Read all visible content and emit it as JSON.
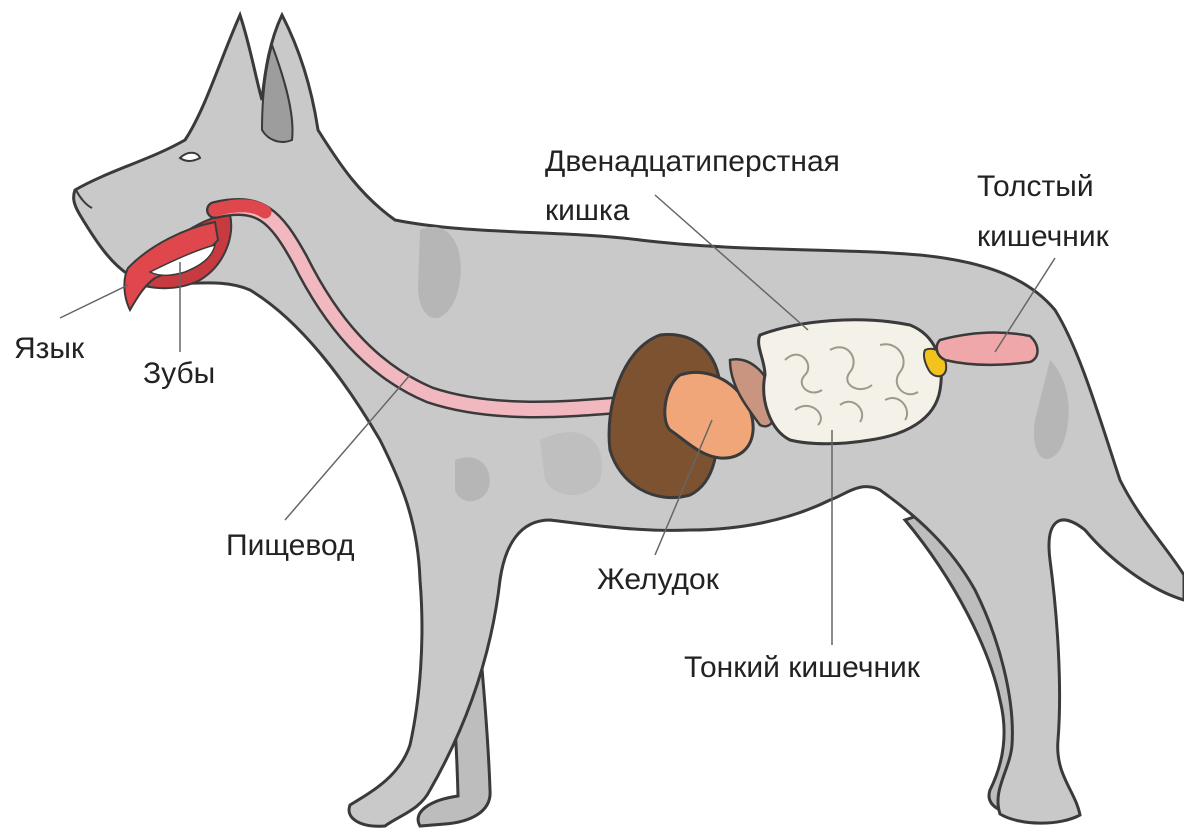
{
  "labels": {
    "tongue": "Язык",
    "teeth": "Зубы",
    "esophagus": "Пищевод",
    "stomach": "Желудок",
    "duodenum_line1": "Двенадцатиперстная",
    "duodenum_line2": "кишка",
    "large_intestine_line1": "Толстый",
    "large_intestine_line2": "кишечник",
    "small_intestine": "Тонкий кишечник"
  },
  "colors": {
    "body": "#c9c9c9",
    "body_shadow": "#b3b3b3",
    "outline": "#3a3a3a",
    "tongue": "#e0474c",
    "mouth": "#c73a3f",
    "esophagus": "#f1b9bf",
    "liver": "#7d5230",
    "stomach": "#f0a678",
    "pancreas": "#c99580",
    "small_intestine": "#f4f1e8",
    "large_intestine": "#efa7a9",
    "gallbladder": "#f2c31b",
    "leader_line": "#666666",
    "label_text": "#222222"
  }
}
